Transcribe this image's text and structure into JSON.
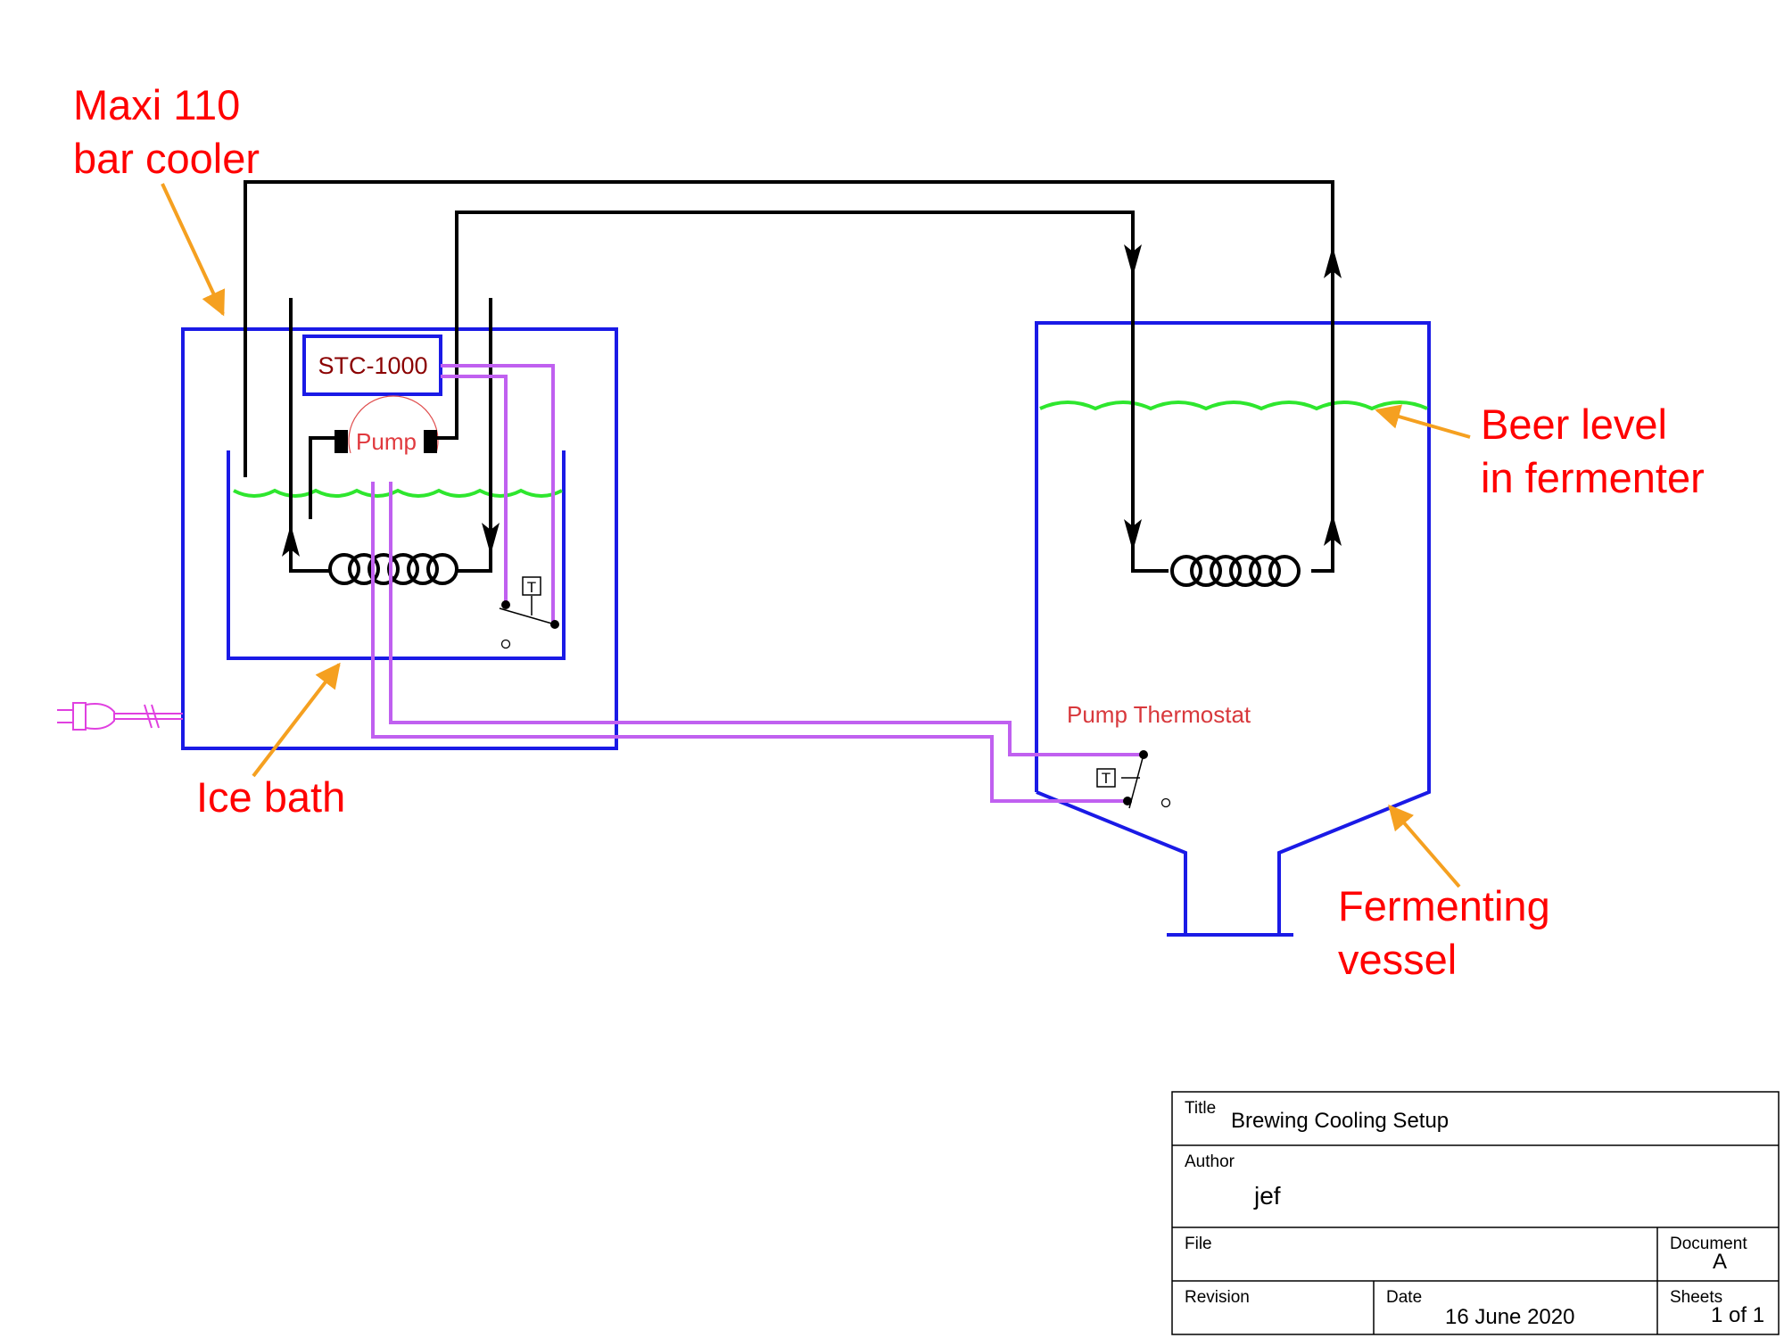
{
  "labels": {
    "bar_cooler_line1": "Maxi 110",
    "bar_cooler_line2": "bar cooler",
    "ice_bath": "Ice bath",
    "beer_level_line1": "Beer level",
    "beer_level_line2": "in fermenter",
    "fermenting_line1": "Fermenting",
    "fermenting_line2": "vessel",
    "controller": "STC-1000",
    "pump": "Pump",
    "pump_thermostat": "Pump Thermostat",
    "thermostat_symbol": "T"
  },
  "title_block": {
    "title_caption": "Title",
    "title_value": "Brewing Cooling Setup",
    "author_caption": "Author",
    "author_value": "jef",
    "file_caption": "File",
    "document_caption": "Document",
    "document_value": "A",
    "revision_caption": "Revision",
    "date_caption": "Date",
    "date_value": "16 June 2020",
    "sheets_caption": "Sheets",
    "sheets_value": "1 of 1"
  },
  "colors": {
    "vessel_outline": "#1a1ae6",
    "pipe": "#000000",
    "wire": "#c060f0",
    "liquid_level": "#2ee62e",
    "callout_text": "#ff0000",
    "callout_arrow": "#f5a020",
    "plug": "#e040e0"
  }
}
